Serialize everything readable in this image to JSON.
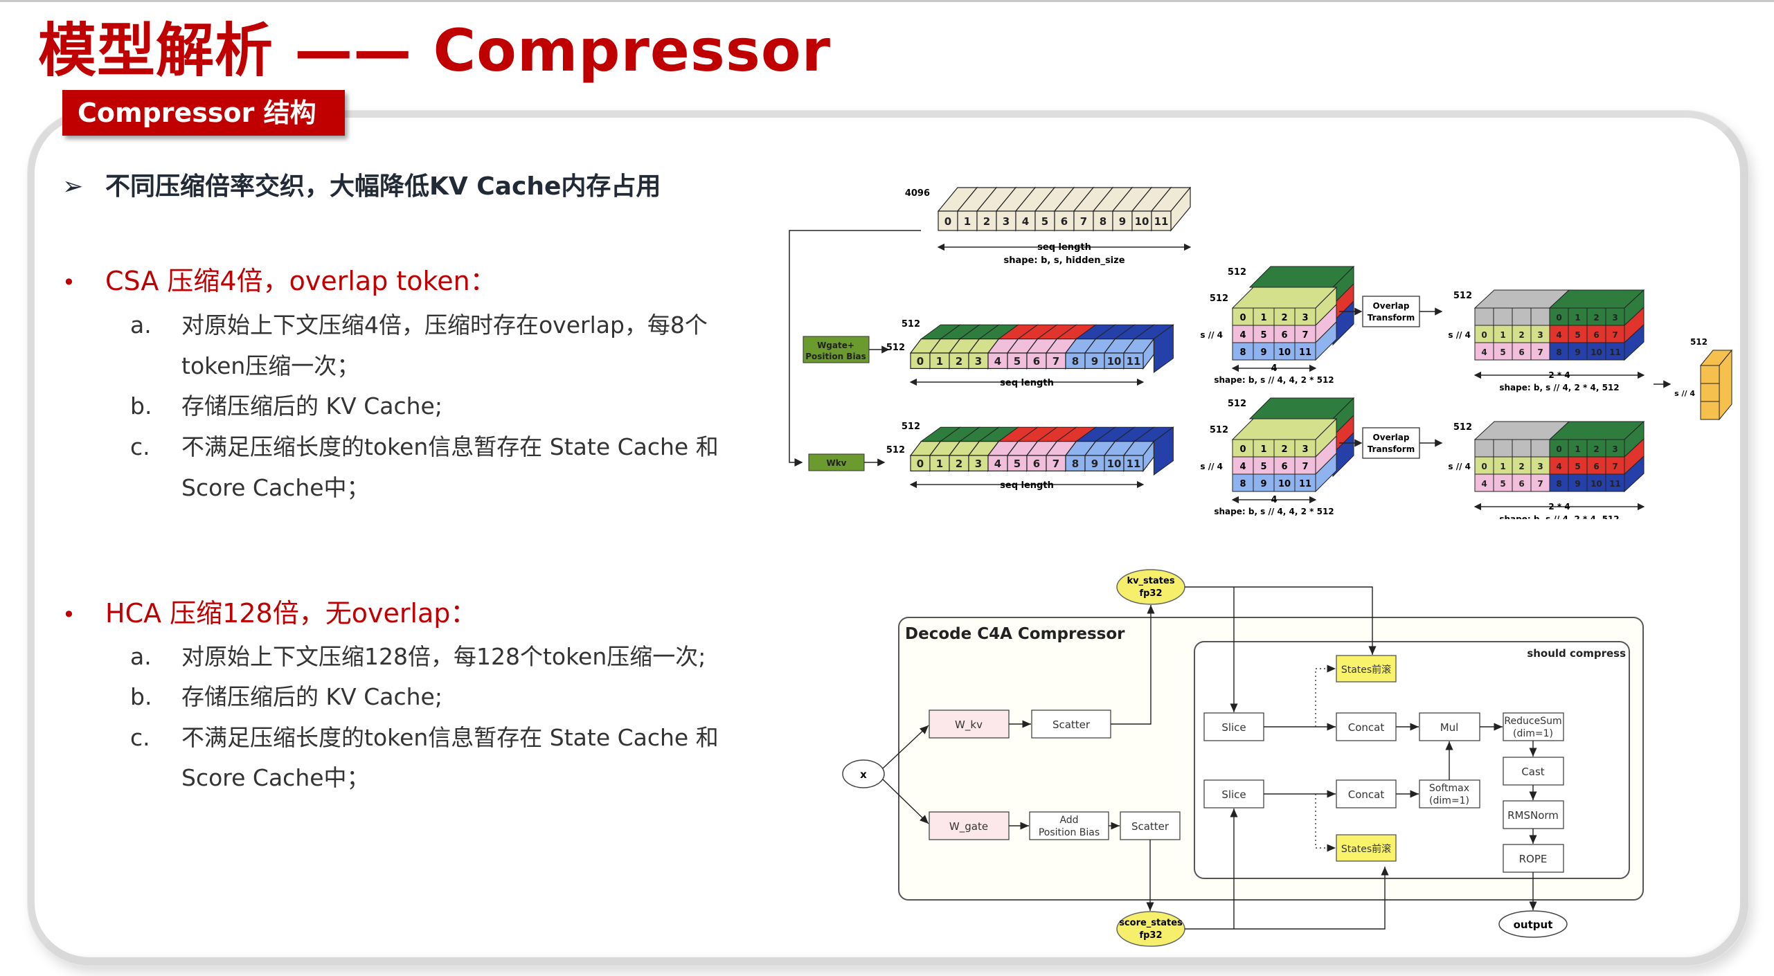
{
  "slide": {
    "title": "模型解析 —— Compressor",
    "section_tag": "Compressor 结构",
    "headline": "不同压缩倍率交织，大幅降低KV Cache内存占用",
    "headline_marker": "➢",
    "bullet_marker": "•",
    "bullets": [
      {
        "heading": "CSA 压缩4倍，overlap token：",
        "items": [
          {
            "label": "a.",
            "lines": [
              "对原始上下文压缩4倍，压缩时存在overlap，每8个",
              "token压缩一次；"
            ]
          },
          {
            "label": "b.",
            "lines": [
              "存储压缩后的 KV Cache;"
            ]
          },
          {
            "label": "c.",
            "lines": [
              "不满足压缩长度的token信息暂存在 State Cache 和",
              "Score Cache中；"
            ]
          }
        ]
      },
      {
        "heading": "HCA 压缩128倍，无overlap：",
        "items": [
          {
            "label": "a.",
            "lines": [
              "对原始上下文压缩128倍，每128个token压缩一次;"
            ]
          },
          {
            "label": "b.",
            "lines": [
              "存储压缩后的 KV Cache;"
            ]
          },
          {
            "label": "c.",
            "lines": [
              "不满足压缩长度的token信息暂存在 State Cache 和",
              "Score Cache中；"
            ]
          }
        ]
      }
    ]
  },
  "tensor_diagram": {
    "input": {
      "depth_label": "4096",
      "tokens": [
        "0",
        "1",
        "2",
        "3",
        "4",
        "5",
        "6",
        "7",
        "8",
        "9",
        "10",
        "11"
      ],
      "axis_label": "seq length",
      "shape_label": "shape: b, s, hidden_size"
    },
    "wgate_label_1": "Wgate+",
    "wgate_label_2": "Position Bias",
    "wkv_label": "Wkv",
    "projected": {
      "depth_label_front": "512",
      "depth_label_back": "512",
      "axis_label": "seq length"
    },
    "reshaped": {
      "depth_label_front": "512",
      "depth_label_back": "512",
      "height_label": "s // 4",
      "width_label": "4",
      "shape_label": "shape: b, s // 4, 4, 2 * 512"
    },
    "overlap_transform_1": "Overlap",
    "overlap_transform_2": "Transform",
    "overlapped": {
      "depth_label": "512",
      "height_label": "s // 4",
      "width_label": "2 * 4",
      "shape_label": "shape: b, s // 4, 2 * 4, 512"
    },
    "output": {
      "depth_label": "512",
      "height_label": "s // 4"
    },
    "colors": {
      "input": "#efe9d6",
      "group1_front": "#d4e08c",
      "group2_front": "#f1bfdc",
      "group3_front": "#8fb3ef",
      "group1_back": "#2e7d3e",
      "group2_back": "#e0342c",
      "group3_back": "#2540a8",
      "pad": "#bdbdbd",
      "output": "#f6c04f",
      "weight_box": "#6b9a2e"
    }
  },
  "flow_diagram": {
    "title": "Decode C4A Compressor",
    "inner_title": "should compress",
    "nodes": {
      "x": "x",
      "w_kv": "W_kv",
      "scatter_kv": "Scatter",
      "w_gate": "W_gate",
      "add_pos_1": "Add",
      "add_pos_2": "Position Bias",
      "scatter_score": "Scatter",
      "kv_states_1": "kv_states",
      "kv_states_2": "fp32",
      "score_states_1": "score_states",
      "score_states_2": "fp32",
      "states_roll_top": "States前滚",
      "states_roll_bottom": "States前滚",
      "slice_top": "Slice",
      "slice_bottom": "Slice",
      "concat_top": "Concat",
      "concat_bottom": "Concat",
      "mul": "Mul",
      "softmax_1": "Softmax",
      "softmax_2": "(dim=1)",
      "reducesum_1": "ReduceSum",
      "reducesum_2": "(dim=1)",
      "cast": "Cast",
      "rmsnorm": "RMSNorm",
      "rope": "ROPE",
      "output": "output"
    },
    "colors": {
      "weight": "#fce8ea",
      "state": "#f8f36a",
      "state_ellipse": "#f5ef6b",
      "panel": "#fffff8"
    }
  }
}
